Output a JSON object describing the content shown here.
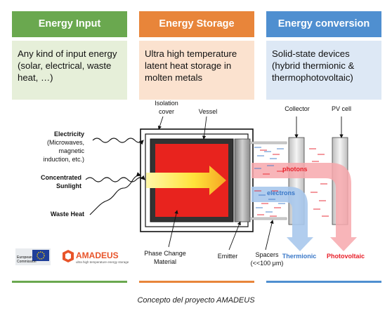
{
  "columns": [
    {
      "title": "Energy Input",
      "text": "Any kind of input energy (solar, electrical, waste heat, …)",
      "header_color": "#6aa84f",
      "panel_color": "#e6efd9"
    },
    {
      "title": "Energy Storage",
      "text": "Ultra high temperature latent heat storage in molten metals",
      "header_color": "#e8853a",
      "panel_color": "#fbe2cf"
    },
    {
      "title": "Energy conversion",
      "text": "Solid-state devices (hybrid thermionic & thermophotovoltaic)",
      "header_color": "#4f8fd0",
      "panel_color": "#dde8f5"
    }
  ],
  "inputs": {
    "electricity": {
      "title": "Electricity",
      "detail_1": "(Microwaves,",
      "detail_2": "magnetic",
      "detail_3": "induction, etc.)"
    },
    "sunlight": {
      "line_1": "Concentrated",
      "line_2": "Sunlight"
    },
    "waste_heat": "Waste Heat"
  },
  "labels": {
    "isolation_1": "Isolation",
    "isolation_2": "cover",
    "vessel": "Vessel",
    "collector": "Collector",
    "pv_cell": "PV cell",
    "photons": "photons",
    "electrons": "electrons",
    "pcm_1": "Phase Change",
    "pcm_2": "Material",
    "emitter": "Emitter",
    "spacers_1": "Spacers",
    "spacers_2": "(<<100 μm)",
    "thermionic": "Thermionic",
    "photovoltaic": "Photovoltaic"
  },
  "logos": {
    "ec_text_1": "European",
    "ec_text_2": "Commission",
    "amadeus_name": "AMADEUS",
    "amadeus_tagline": "ultra high temperature energy storage"
  },
  "caption": "Concepto del proyecto AMADEUS",
  "colors": {
    "photon_red": "#e8202a",
    "electron_blue": "#3a78c8",
    "core_red": "#e8231e",
    "arrow_yellow": "#ffe23a"
  }
}
